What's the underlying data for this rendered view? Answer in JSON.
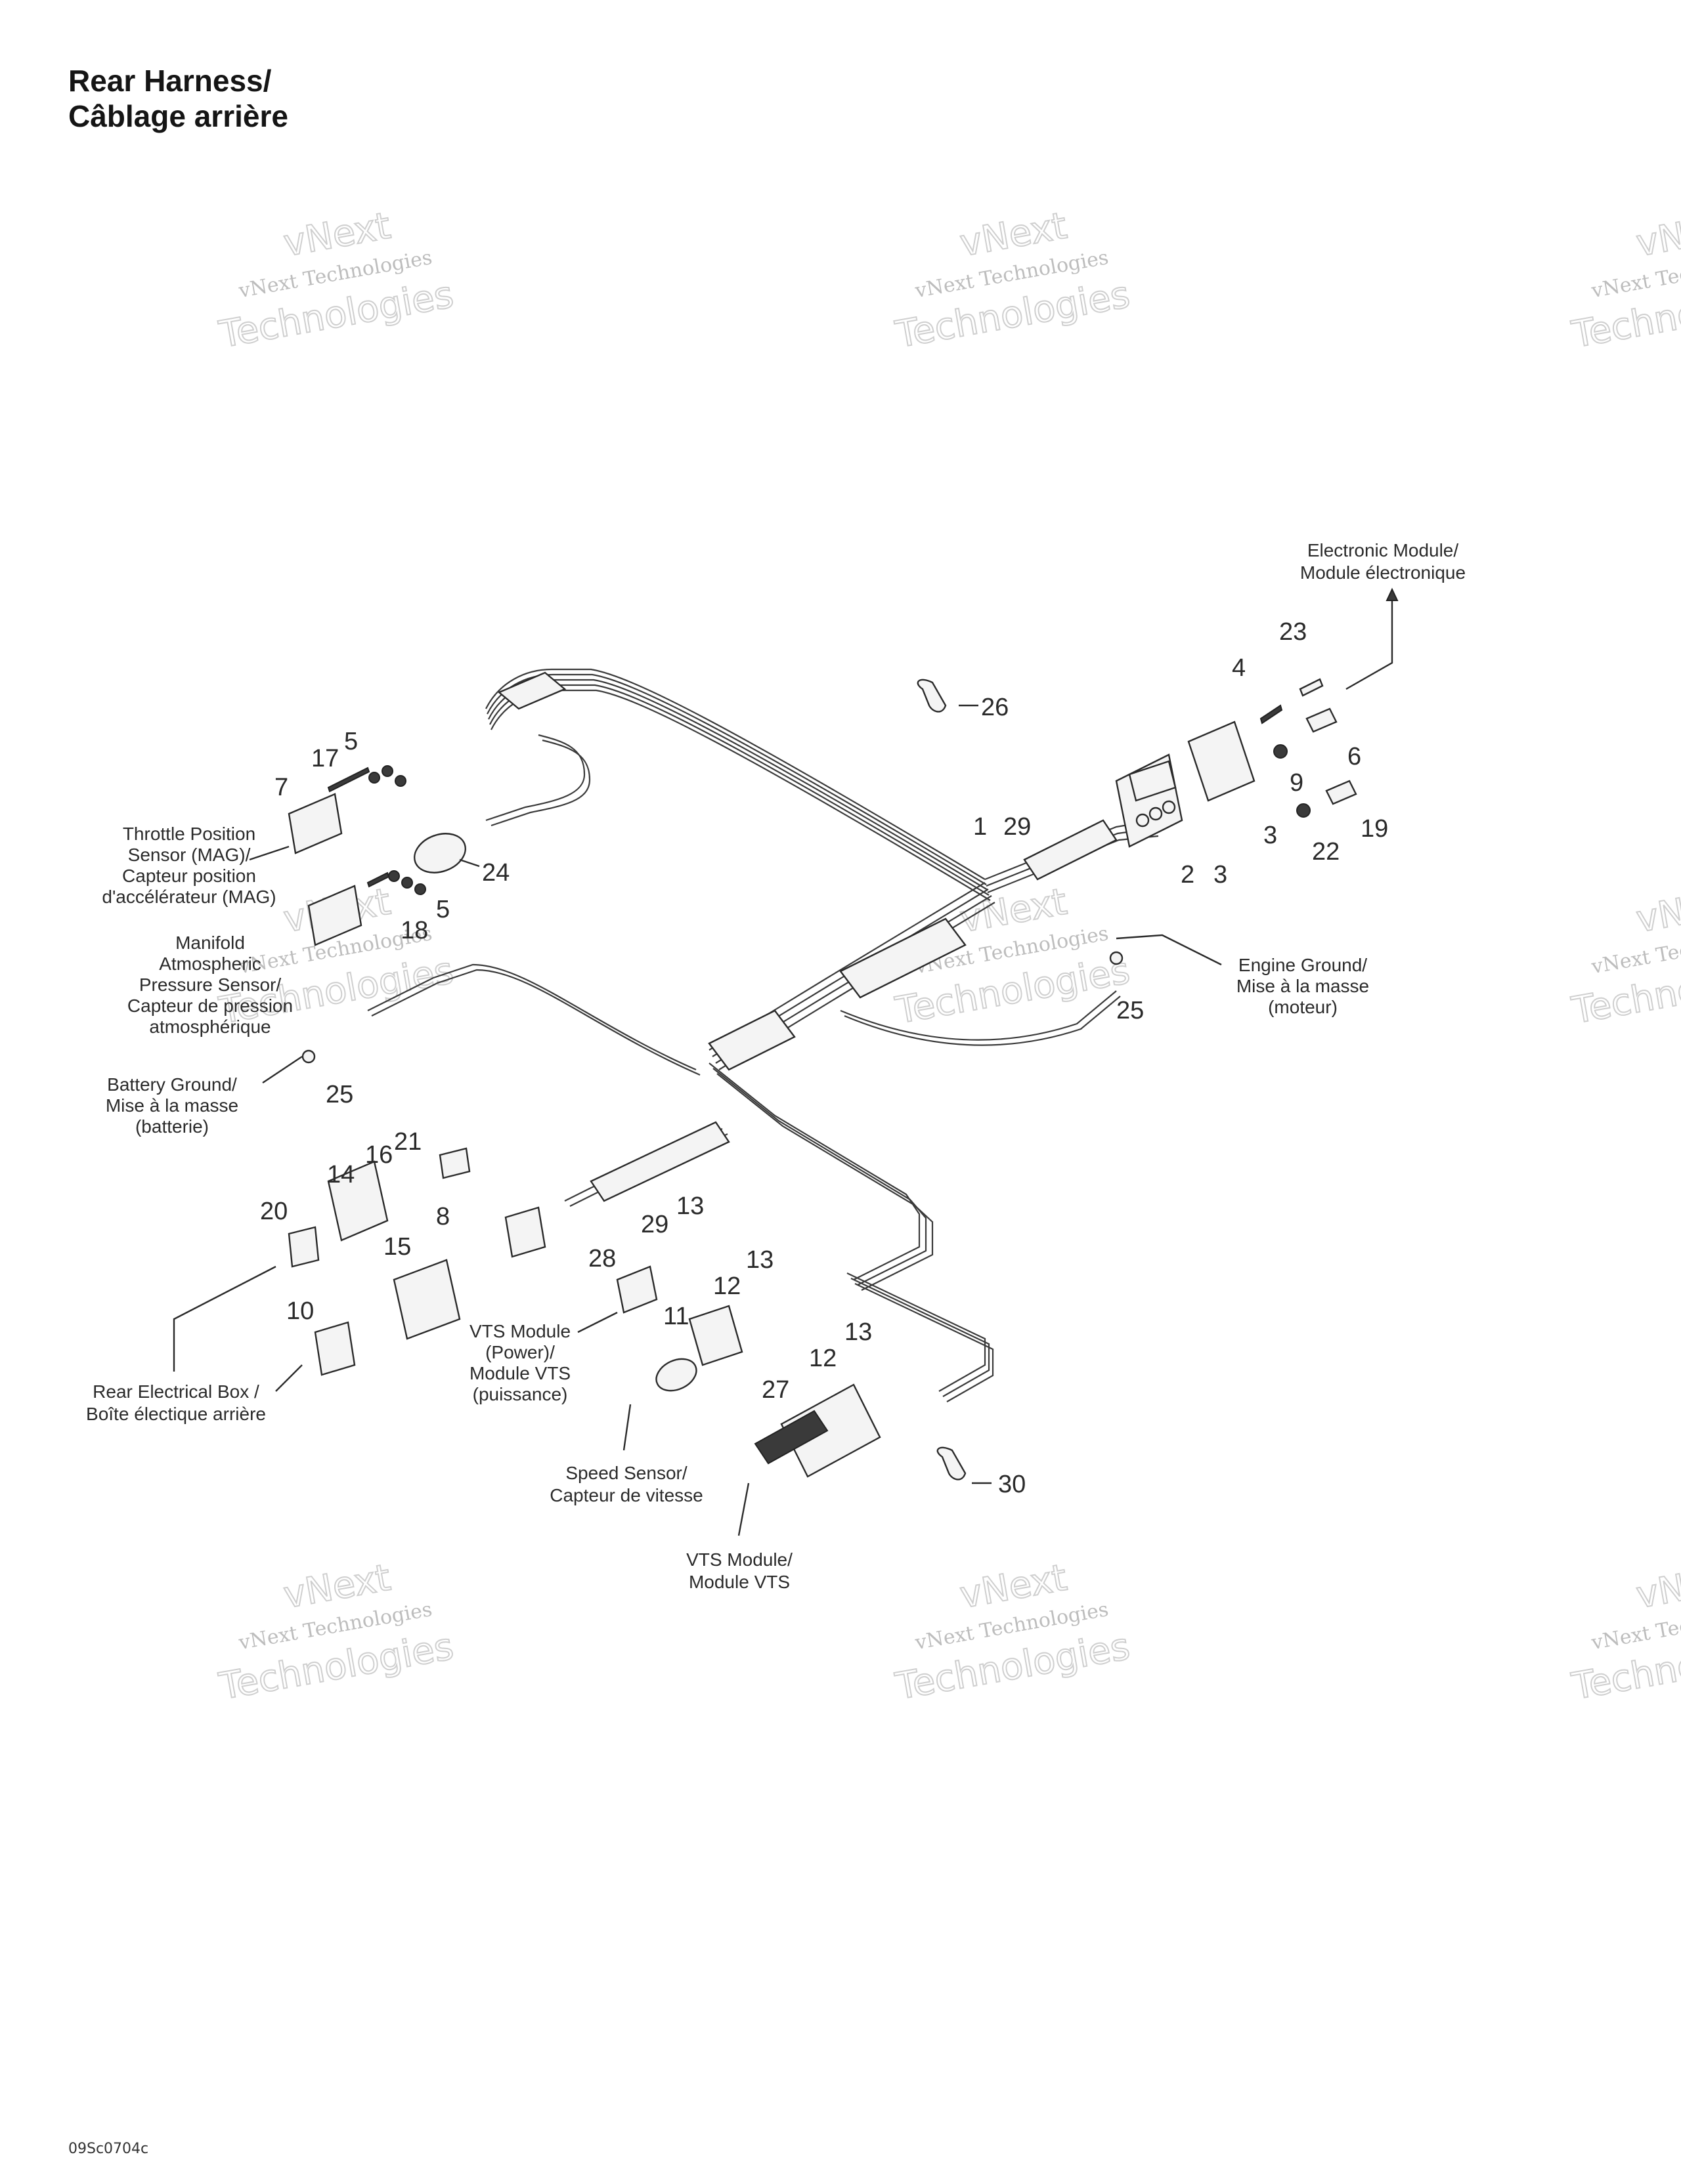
{
  "title": {
    "line1": "Rear Harness/",
    "line2": "Câblage arrière"
  },
  "diagram_code": "09Sc0704c",
  "watermark": {
    "small": "vNext Technologies",
    "big": "Technologies",
    "big_top": "vNext"
  },
  "callouts": [
    "1",
    "29",
    "2",
    "3",
    "3",
    "4",
    "9",
    "22",
    "6",
    "19",
    "23",
    "26",
    "17",
    "5",
    "7",
    "24",
    "18",
    "5",
    "25",
    "25",
    "21",
    "16",
    "14",
    "20",
    "15",
    "8",
    "10",
    "13",
    "29",
    "28",
    "12",
    "13",
    "11",
    "13",
    "12",
    "27",
    "30"
  ],
  "labels": {
    "electronic_module": [
      "Electronic Module/",
      "Module électronique"
    ],
    "throttle_sensor": [
      "Throttle Position",
      "Sensor (MAG)/",
      "Capteur position",
      "d'accélérateur (MAG)"
    ],
    "manifold_sensor": [
      "Manifold",
      "Atmospheric",
      "Pressure Sensor/",
      "Capteur de pression",
      "atmosphérique"
    ],
    "battery_ground": [
      "Battery Ground/",
      "Mise à la masse",
      "(batterie)"
    ],
    "engine_ground": [
      "Engine Ground/",
      "Mise à la masse",
      "(moteur)"
    ],
    "rear_electrical_box": [
      "Rear Electrical Box /",
      "Boîte électique arrière"
    ],
    "vts_power": [
      "VTS Module",
      "(Power)/",
      "Module VTS",
      "(puissance)"
    ],
    "speed_sensor": [
      "Speed Sensor/",
      "Capteur de vitesse"
    ],
    "vts_module": [
      "VTS Module/",
      "Module VTS"
    ]
  }
}
